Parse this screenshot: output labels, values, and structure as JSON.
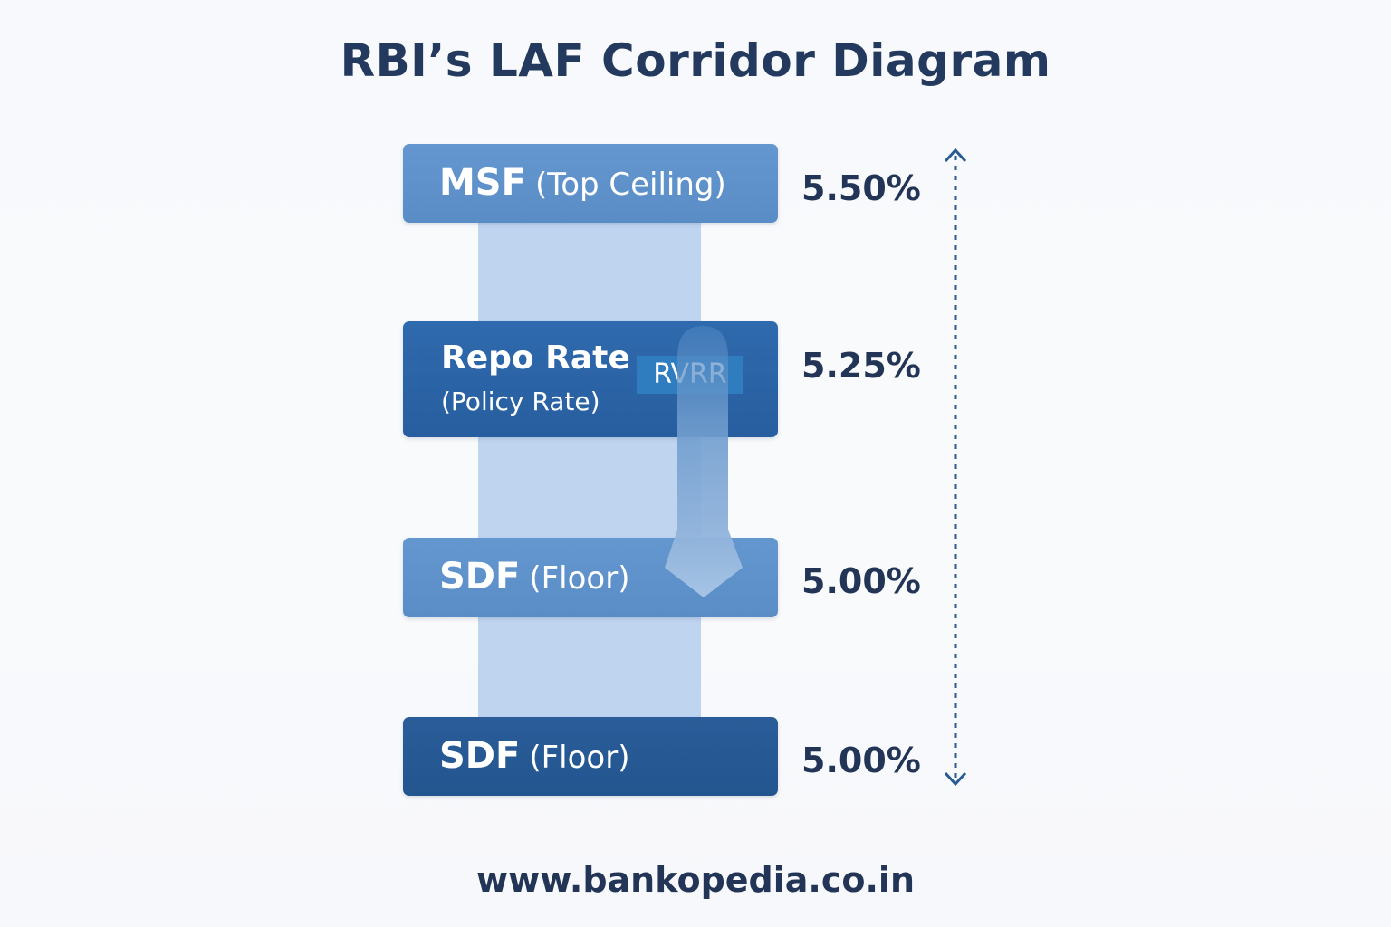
{
  "title": "RBI’s LAF Corridor Diagram",
  "footer": "www.bankopedia.co.in",
  "rates": {
    "msf": {
      "abbr": "MSF",
      "desc": "(Top Ceiling)",
      "value": "5.50%"
    },
    "repo": {
      "line1": "Repo Rate",
      "line2": "(Policy Rate)",
      "value": "5.25%"
    },
    "sdf_upper": {
      "abbr": "SDF",
      "desc": "(Floor)",
      "value": "5.00%"
    },
    "sdf_lower": {
      "abbr": "SDF",
      "desc": "(Floor)",
      "value": "5.00%"
    }
  },
  "rvrr_label": "RVRR",
  "colors": {
    "title": "#233a5e",
    "light_box": "#5f92cb",
    "dark_box": "#2b62a5",
    "corridor": "#bed4ef",
    "arrow": "#2a5a94"
  }
}
